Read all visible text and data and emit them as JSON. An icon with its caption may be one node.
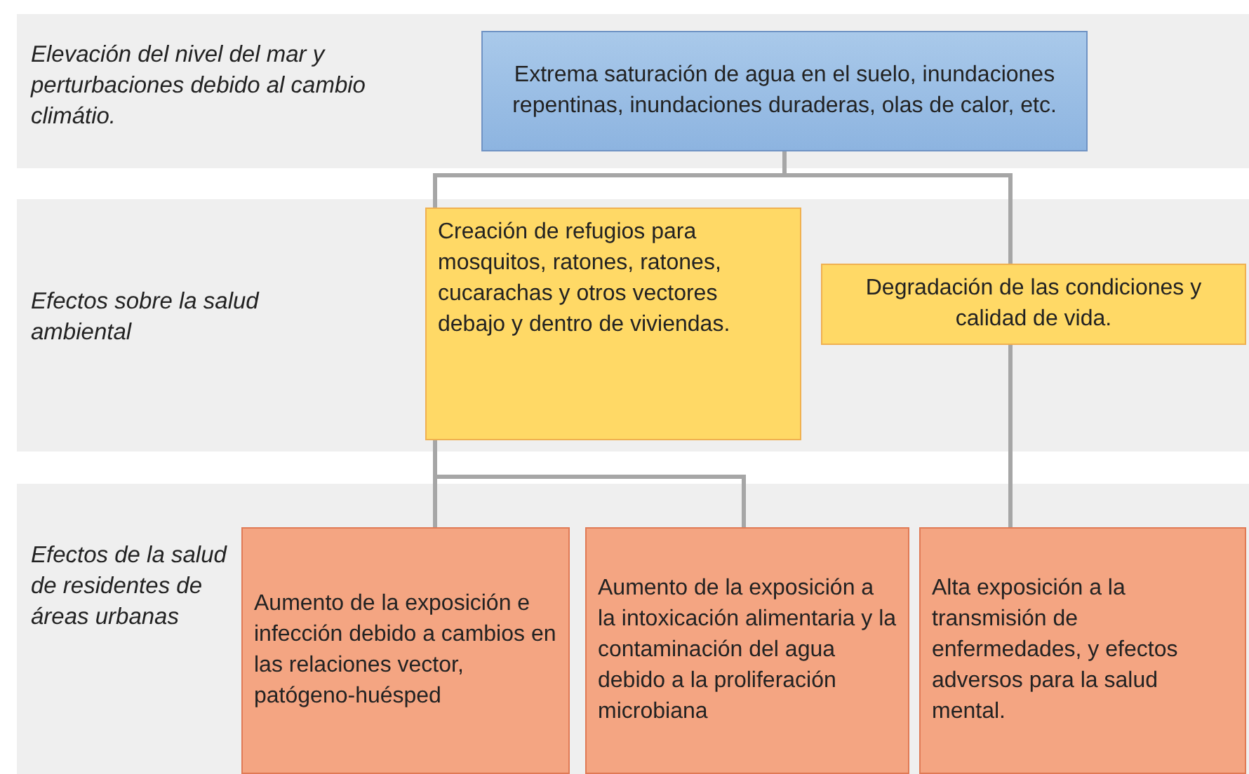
{
  "diagram": {
    "nodes": [
      {
        "text": [
          "Elevación del nivel del mar y perturbaciones debido al cambio climátio."
        ]
      },
      {
        "text": [
          "Extrema saturación de agua en el suelo, inundaciones repentinas, inundaciones duraderas, olas de calor, etc."
        ],
        "in": 0
      },
      {
        "text": [
          "Efectos sobre la salud ambiental"
        ]
      },
      {
        "text": [
          "Creación de refugios para mosquitos, ratones, ratones, cucarachas y otros vectores debajo y dentro de viviendas."
        ],
        "in": 2
      },
      {
        "text": [
          "Degradación de las condiciones y calidad de vida."
        ],
        "in": 2
      },
      {
        "text": [
          "Efectos de la salud de residentes de áreas urbanas"
        ]
      },
      {
        "text": [
          "Aumento de la exposición e infección debido a cambios en las relaciones vector, patógeno-huésped"
        ],
        "in": 5
      },
      {
        "text": [
          "Aumento de la exposición a la intoxicación alimentaria y la contaminación del agua debido a la proliferación microbiana"
        ],
        "in": 5
      },
      {
        "text": [
          "Alta exposición a la transmisión de enfermedades, y efectos adversos para la salud mental."
        ],
        "in": 5
      }
    ],
    "edges": [
      {
        "from": 1,
        "to": 3,
        "arrow": "none"
      },
      {
        "from": 1,
        "to": 4,
        "arrow": "none"
      },
      {
        "from": 3,
        "to": 6,
        "arrow": "none"
      },
      {
        "from": 3,
        "to": 7,
        "arrow": "none"
      },
      {
        "from": 4,
        "to": 8,
        "arrow": "none"
      }
    ]
  }
}
